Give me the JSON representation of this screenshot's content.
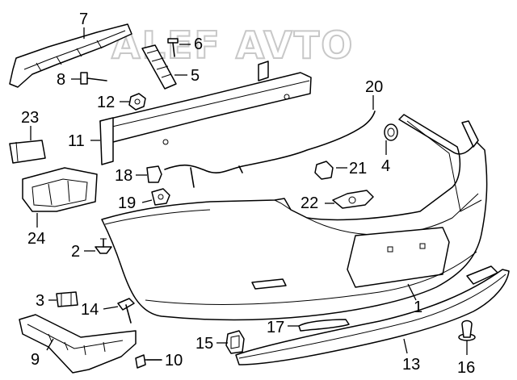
{
  "watermark": {
    "text": "ALEF AVTO",
    "color": "#c8c8c8"
  },
  "callouts": {
    "c1": "1",
    "c2": "2",
    "c3": "3",
    "c4": "4",
    "c5": "5",
    "c6": "6",
    "c7": "7",
    "c8": "8",
    "c9": "9",
    "c10": "10",
    "c11": "11",
    "c12": "12",
    "c13": "13",
    "c14": "14",
    "c15": "15",
    "c16": "16",
    "c17": "17",
    "c18": "18",
    "c19": "19",
    "c20": "20",
    "c21": "21",
    "c22": "22",
    "c23": "23",
    "c24": "24"
  },
  "parts": [
    {
      "callout": "1",
      "part": "bumper-cover"
    },
    {
      "callout": "2",
      "part": "push-pin-retainer"
    },
    {
      "callout": "3",
      "part": "clip"
    },
    {
      "callout": "4",
      "part": "parking-sensor"
    },
    {
      "callout": "5",
      "part": "energy-absorber-bracket"
    },
    {
      "callout": "6",
      "part": "bolt"
    },
    {
      "callout": "7",
      "part": "upper-side-bracket"
    },
    {
      "callout": "8",
      "part": "bolt"
    },
    {
      "callout": "9",
      "part": "lower-side-bracket"
    },
    {
      "callout": "10",
      "part": "screw"
    },
    {
      "callout": "11",
      "part": "impact-bar"
    },
    {
      "callout": "12",
      "part": "nut"
    },
    {
      "callout": "13",
      "part": "lower-valance"
    },
    {
      "callout": "14",
      "part": "bolt"
    },
    {
      "callout": "15",
      "part": "retainer"
    },
    {
      "callout": "16",
      "part": "push-pin"
    },
    {
      "callout": "17",
      "part": "reflector"
    },
    {
      "callout": "18",
      "part": "sensor-connector"
    },
    {
      "callout": "19",
      "part": "plug"
    },
    {
      "callout": "20",
      "part": "wiring-harness"
    },
    {
      "callout": "21",
      "part": "sensor-retainer"
    },
    {
      "callout": "22",
      "part": "sensor-bracket"
    },
    {
      "callout": "23",
      "part": "control-module"
    },
    {
      "callout": "24",
      "part": "module-bracket"
    }
  ]
}
